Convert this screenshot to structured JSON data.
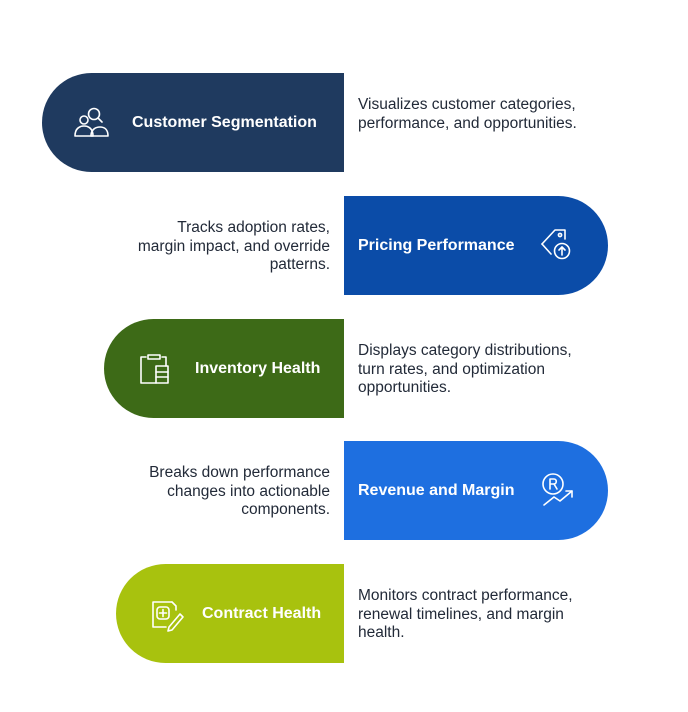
{
  "items": [
    {
      "title": "Customer Segmentation",
      "description": "Visualizes customer categories, performance, and opportunities.",
      "color": "#1f3a5f",
      "icon": "customer-group-icon"
    },
    {
      "title": "Pricing Performance",
      "description": "Tracks adoption rates, margin impact, and override patterns.",
      "color": "#0b4ca8",
      "icon": "price-tag-up-icon"
    },
    {
      "title": "Inventory Health",
      "description": "Displays category distributions, turn rates, and optimization opportunities.",
      "color": "#3d6a17",
      "icon": "clipboard-inventory-icon"
    },
    {
      "title": "Revenue and Margin",
      "description": "Breaks down performance changes into actionable components.",
      "color": "#1e6fe0",
      "icon": "revenue-growth-icon"
    },
    {
      "title": "Contract Health",
      "description": "Monitors contract performance, renewal timelines, and margin health.",
      "color": "#a8c20e",
      "icon": "contract-health-icon"
    }
  ]
}
